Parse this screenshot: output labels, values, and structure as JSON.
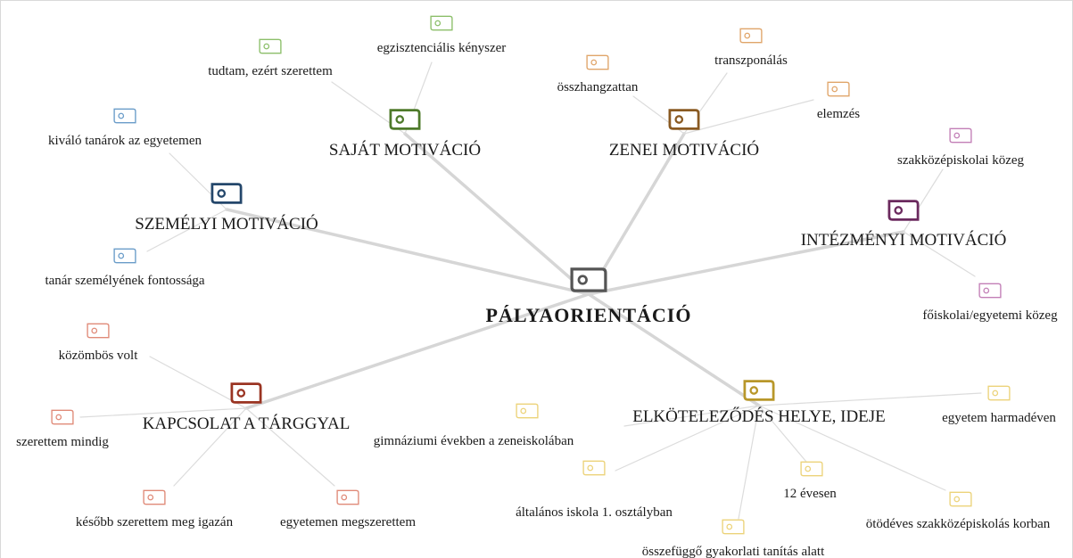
{
  "center": {
    "label": "PÁLYAORIENTÁCIÓ",
    "color": "#555555"
  },
  "branches": [
    {
      "id": "sajat",
      "label": "SAJÁT MOTIVÁCIÓ",
      "color": "#4e7a2a",
      "leafColor": "#8cbf6a",
      "leaves": [
        "tudtam, ezért szerettem",
        "egzisztenciális kényszer"
      ]
    },
    {
      "id": "zenei",
      "label": "ZENEI MOTIVÁCIÓ",
      "color": "#8a5a22",
      "leafColor": "#e0a56a",
      "leaves": [
        "összhangzattan",
        "transzponálás",
        "elemzés"
      ]
    },
    {
      "id": "szemelyi",
      "label": "SZEMÉLYI MOTIVÁCIÓ",
      "color": "#24476b",
      "leafColor": "#6a9cc9",
      "leaves": [
        "kiváló tanárok az egyetemen",
        "tanár személyének fontossága"
      ]
    },
    {
      "id": "intezmenyi",
      "label": "INTÉZMÉNYI MOTIVÁCIÓ",
      "color": "#6b2a5e",
      "leafColor": "#c27fb6",
      "leaves": [
        "szakközépiskolai közeg",
        "főiskolai/egyetemi közeg"
      ]
    },
    {
      "id": "kapcsolat",
      "label": "KAPCSOLAT A TÁRGGYAL",
      "color": "#9a3422",
      "leafColor": "#e08a78",
      "leaves": [
        "közömbös volt",
        "szerettem mindig",
        "később szerettem meg igazán",
        "egyetemen megszerettem"
      ]
    },
    {
      "id": "elkotelezodes",
      "label": "ELKÖTELEZŐDÉS HELYE, IDEJE",
      "color": "#b8972a",
      "leafColor": "#ecd37a",
      "leaves": [
        "gimnáziumi években a zeneiskolában",
        "általános iskola 1. osztályban",
        "összefüggő gyakorlati tanítás alatt",
        "12 évesen",
        "ötödéves szakközépiskolás korban",
        "egyetem harmadéven"
      ]
    }
  ]
}
